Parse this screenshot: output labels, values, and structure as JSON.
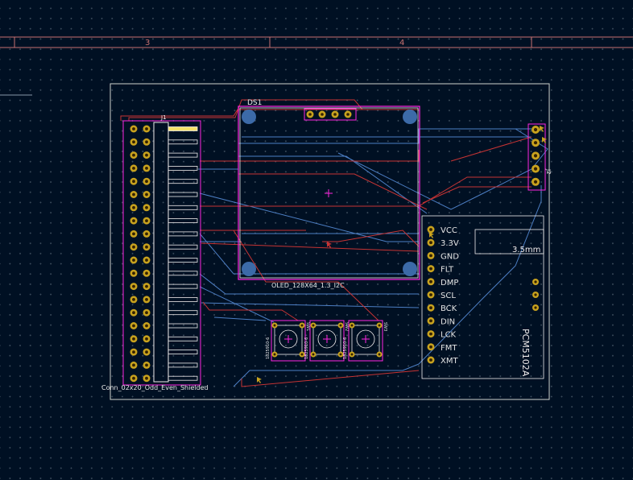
{
  "sheet_ruler": {
    "col_3": "3",
    "col_4": "4"
  },
  "designators": {
    "display": "DS1",
    "connector": "J1",
    "header": "J2",
    "sw1": "SW1",
    "sw2": "SW2",
    "sw3": "SW3"
  },
  "footprints": {
    "display": "OLED_128X64_1.3_I2C",
    "connector": "Conn_02x20_Odd_Even_Shielded",
    "dac_module": "PCM5102A",
    "jack": "3.5mm",
    "switch": "1825910-6"
  },
  "dac_pins": [
    "VCC",
    "3.3V",
    "GND",
    "FLT",
    "DMP",
    "SCL",
    "BCK",
    "DIN",
    "LCK",
    "FMT",
    "XMT"
  ],
  "colors": {
    "background": "#001023",
    "board_edge": "#d0d2cd",
    "front_copper": "#c83434",
    "back_copper": "#4d7fc4",
    "pad": "#c8a21e",
    "courtyard": "#ff26e2",
    "silkscreen": "#f2eded"
  }
}
